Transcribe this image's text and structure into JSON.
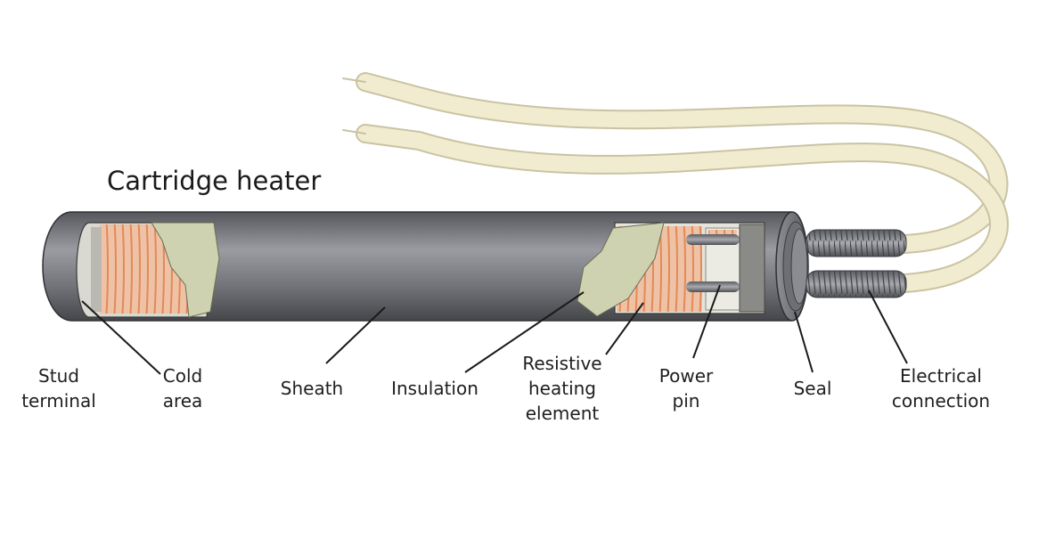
{
  "diagram": {
    "title": "Cartridge heater",
    "labels": {
      "stud_terminal": [
        "Stud",
        "terminal"
      ],
      "cold_area": [
        "Cold",
        "area"
      ],
      "sheath": [
        "Sheath"
      ],
      "insulation": [
        "Insulation"
      ],
      "resistive_heating_element": [
        "Resistive",
        "heating",
        "element"
      ],
      "power_pin": [
        "Power",
        "pin"
      ],
      "seal": [
        "Seal"
      ],
      "electrical_connection": [
        "Electrical",
        "connection"
      ]
    },
    "colors": {
      "sheath": "#6f7176",
      "sheath_highlight": "#9a9ca1",
      "insulation": "#cfd2b0",
      "coil": "#e08a5a",
      "coil_bg": "#efc2a6",
      "wire": "#f1ecd0",
      "wire_outline": "#c9c3a2",
      "leader": "#1a1a1a"
    }
  }
}
